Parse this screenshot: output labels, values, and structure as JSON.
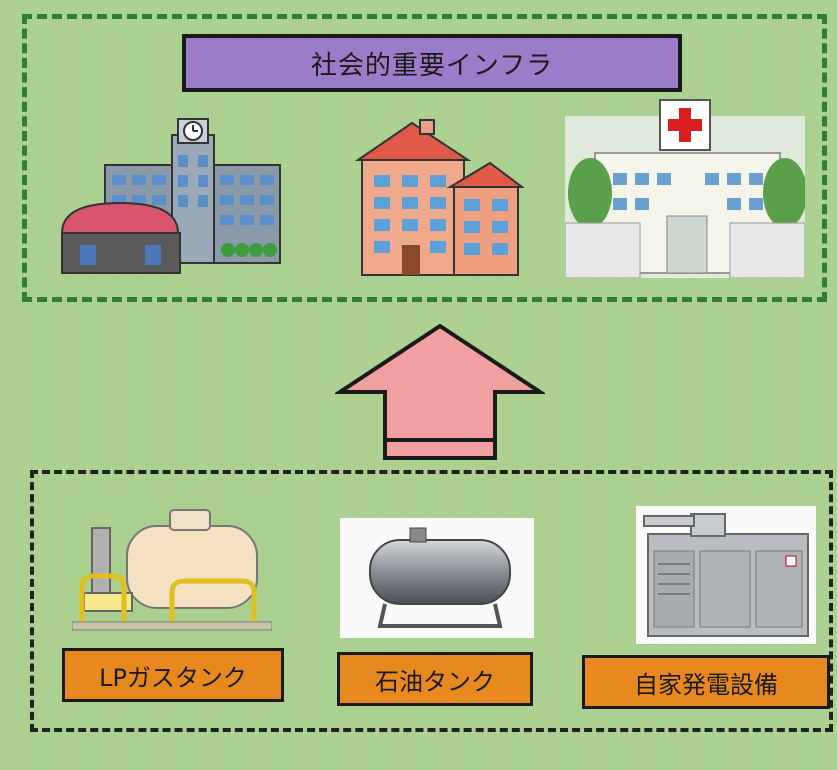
{
  "top": {
    "title": "社会的重要インフラ",
    "facilities": [
      {
        "name": "office-building"
      },
      {
        "name": "apartment-building"
      },
      {
        "name": "hospital"
      }
    ]
  },
  "bottom": {
    "items": [
      {
        "label": "LPガスタンク"
      },
      {
        "label": "石油タンク"
      },
      {
        "label": "自家発電設備"
      }
    ]
  },
  "colors": {
    "background": "#a9d08e",
    "banner": "#9b7cc9",
    "label": "#e8891f",
    "arrow": "#f0a0a0",
    "top_border": "#2e7d3a"
  }
}
